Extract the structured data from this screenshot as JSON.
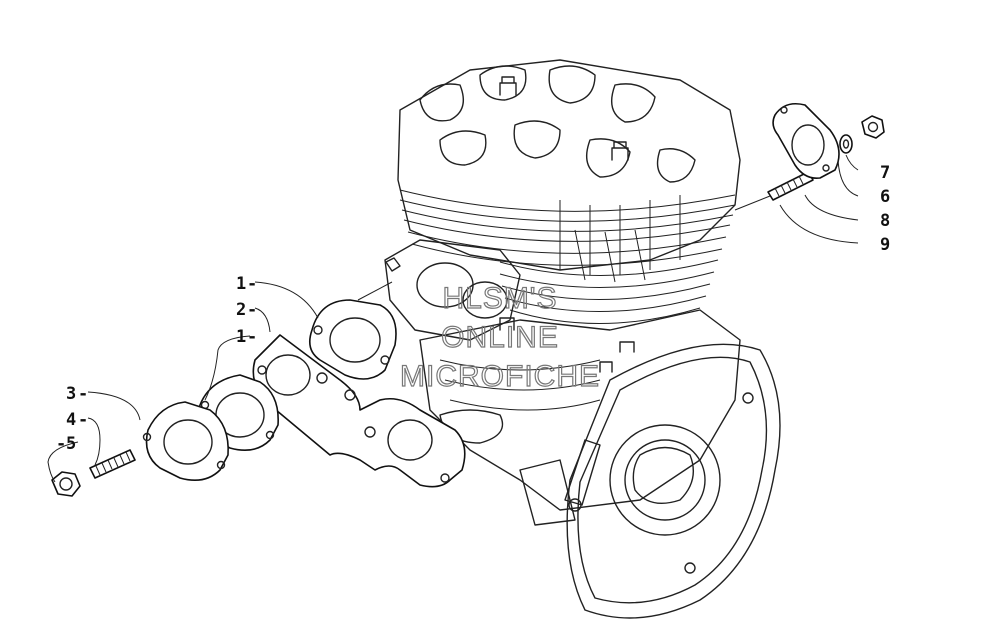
{
  "watermark": {
    "line1": "HLSM'S",
    "line2": "ONLINE",
    "line3": "MICROFICHE"
  },
  "callouts": [
    {
      "id": "c1a",
      "label": "1"
    },
    {
      "id": "c2",
      "label": "2"
    },
    {
      "id": "c1b",
      "label": "1"
    },
    {
      "id": "c3",
      "label": "3"
    },
    {
      "id": "c4",
      "label": "4"
    },
    {
      "id": "c5",
      "label": "5"
    },
    {
      "id": "c7",
      "label": "7"
    },
    {
      "id": "c6",
      "label": "6"
    },
    {
      "id": "c8",
      "label": "8"
    },
    {
      "id": "c9",
      "label": "9"
    }
  ]
}
